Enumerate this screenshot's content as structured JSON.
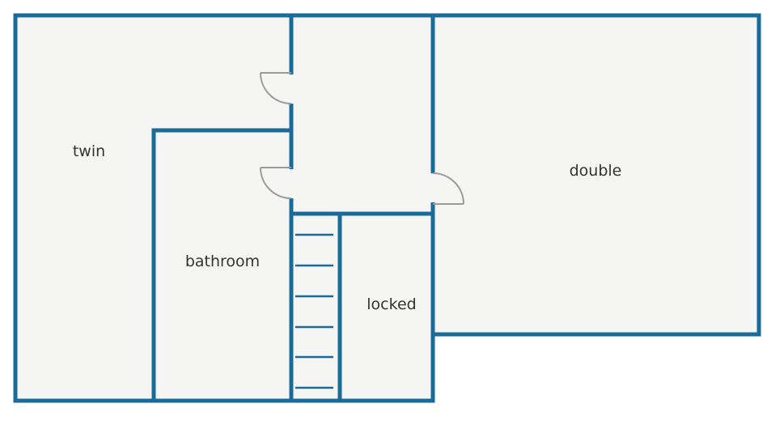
{
  "rooms": {
    "twin": "twin",
    "bathroom": "bathroom",
    "locked": "locked",
    "double": "double"
  },
  "colors": {
    "wall": "#1a6a9a",
    "floor": "#f5f5f3",
    "door": "#9a9a9a",
    "label": "#333333"
  }
}
